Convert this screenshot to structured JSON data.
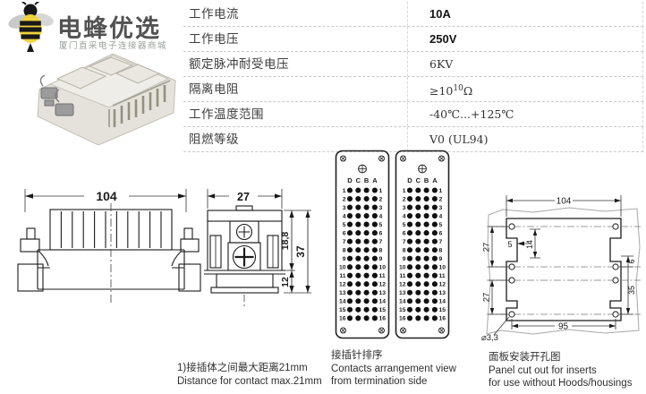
{
  "logo": {
    "brand": "电蜂优选",
    "subtitle": "厦门直采电子连接器商城"
  },
  "spec_table": {
    "rows": [
      {
        "label": "工作电流",
        "value": "10A"
      },
      {
        "label": "工作电压",
        "value": "250V"
      },
      {
        "label": "额定脉冲耐受电压",
        "value": "6KV"
      },
      {
        "label": "隔离电阻",
        "value_base": "≥10",
        "value_sup": "10",
        "value_unit": "Ω"
      },
      {
        "label": "工作温度范围",
        "value": "-40℃...+125℃"
      },
      {
        "label": "阻燃等级",
        "value": "V0 (UL94)"
      }
    ]
  },
  "drawings": {
    "front_view": {
      "dim_width": "104"
    },
    "side_view": {
      "dim_width": "27",
      "dim_upper": "18,8",
      "dim_lower": "12",
      "dim_total": "37"
    },
    "contact_plate": {
      "columns": [
        "D",
        "C",
        "B",
        "A"
      ],
      "rows": [
        "1",
        "2",
        "3",
        "4",
        "5",
        "6",
        "7",
        "8",
        "9",
        "10",
        "11",
        "12",
        "13",
        "14",
        "15",
        "16"
      ]
    },
    "panel_cutout": {
      "dim_width": "104",
      "dim_bottom": "95",
      "dim_left_upper": "27",
      "dim_left_lower": "27",
      "dim_step": "5",
      "dim_inner": "14",
      "dim_right_small": "6",
      "dim_right_large": "35",
      "hole_diameter": "⌀3,3"
    }
  },
  "captions": {
    "contact_note_cn": "1)接插体之间最大距离21mm",
    "contact_note_en": "Distance for contact max.21mm",
    "arrangement_cn": "接插针排序",
    "arrangement_en1": "Contacts arrangement view",
    "arrangement_en2": "from termination side",
    "panel_cn": "面板安装开孔图",
    "panel_en1": "Panel cut out for inserts",
    "panel_en2": "for use without Hoods/housings"
  }
}
